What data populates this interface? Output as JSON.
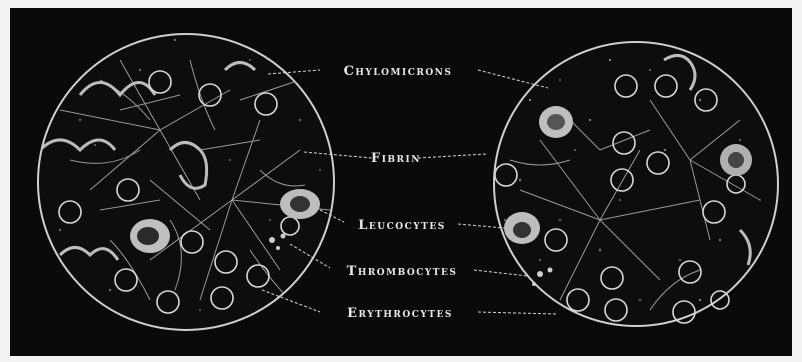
{
  "labels": {
    "chylomicrons": "Chylomicrons",
    "fibrin": "Fibrin",
    "leucocytes": "Leucocytes",
    "thrombocytes": "Thrombocytes",
    "erythrocytes": "Erythrocytes"
  },
  "colors": {
    "background": "#0a0a0a",
    "frame": "#f2f2f2",
    "line": "#d6d6d6",
    "text": "#e8e8e8"
  }
}
